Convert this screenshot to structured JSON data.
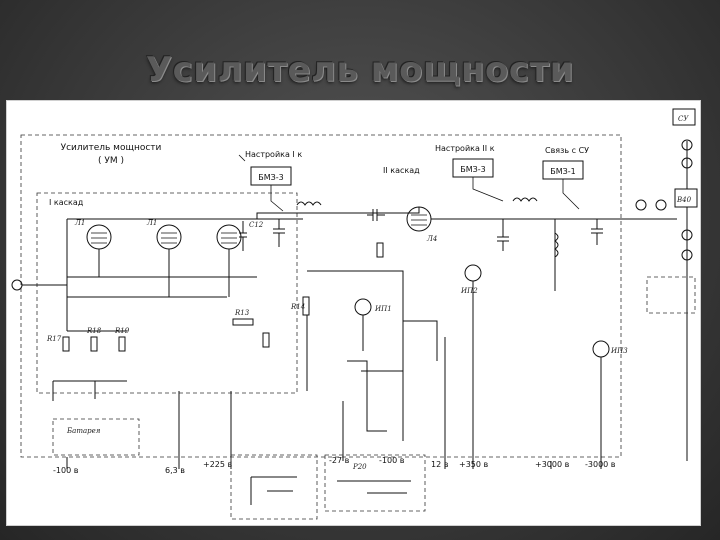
{
  "slide": {
    "title": "Усилитель мощности"
  },
  "schematic": {
    "block_title": "Усилитель мощности",
    "block_subtitle": "( УМ )",
    "tuning_1": "Настройка I к",
    "tuning_2": "Настройка II к",
    "link": "Связь с СУ",
    "bmz_1": "БМЗ-3",
    "bmz_2": "БМЗ-3",
    "bmz_3": "БМЗ-1",
    "stage_1": "I каскад",
    "stage_2": "II каскад",
    "tube_1": "Л1",
    "tube_2": "Л1",
    "tube_3": "Л4",
    "cap_c12": "С12",
    "res_r13": "R13",
    "res_r14": "R14",
    "res_r17": "R17",
    "res_r18": "R18",
    "res_r19": "R19",
    "meter_ip1": "ИП1",
    "meter_ip2": "ИП2",
    "meter_ip3": "ИП3",
    "relay_r20": "Р20",
    "battery": "Батарея",
    "output_bk": "В40",
    "output_su": "СУ",
    "rails": [
      {
        "id": "m100",
        "label": "-100 в"
      },
      {
        "id": "v63",
        "label": "6,3 в"
      },
      {
        "id": "p225",
        "label": "+225 в"
      },
      {
        "id": "m27",
        "label": "-27 в"
      },
      {
        "id": "m100b",
        "label": "-100 в"
      },
      {
        "id": "v12",
        "label": "12 в"
      },
      {
        "id": "p350",
        "label": "+350 в"
      },
      {
        "id": "p3000",
        "label": "+3000 в"
      },
      {
        "id": "m3000",
        "label": "-3000 в"
      }
    ]
  }
}
